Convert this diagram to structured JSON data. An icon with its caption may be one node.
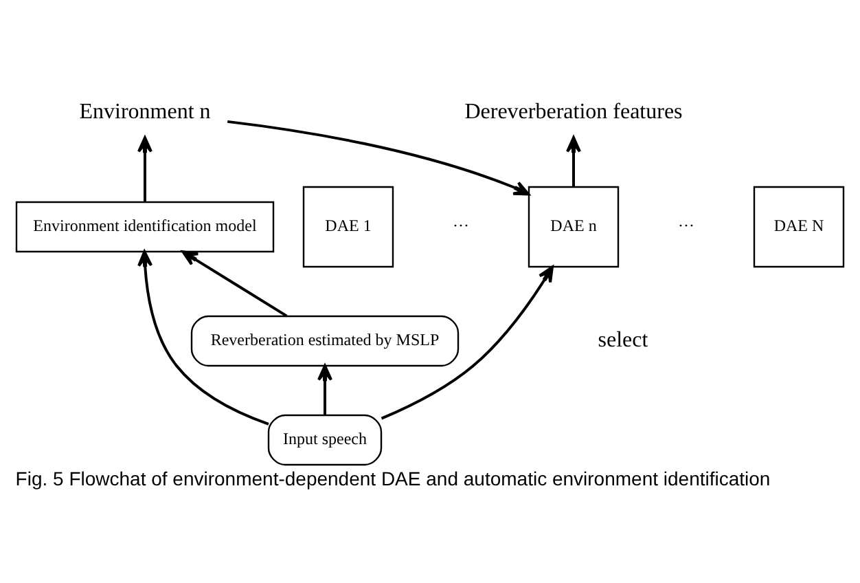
{
  "diagram": {
    "caption": "Fig. 5 Flowchat of environment-dependent DAE and automatic environment identification",
    "nodes": [
      {
        "text": [
          "Environment n"
        ]
      },
      {
        "text": [
          "Environment identification model"
        ]
      },
      {
        "text": [
          "Reverberation estimated by MSLP"
        ]
      },
      {
        "text": [
          "Input speech"
        ]
      },
      {
        "text": [
          "Dereverberation features"
        ]
      },
      {
        "text": [
          "DAE 1"
        ]
      },
      {
        "text": [
          "DAE n"
        ]
      },
      {
        "text": [
          "DAE N"
        ]
      }
    ],
    "edges": [
      {
        "from": 1,
        "to": 0,
        "arrow": "to"
      },
      {
        "from": 3,
        "to": 1,
        "arrow": "to"
      },
      {
        "from": 3,
        "to": 2,
        "arrow": "to"
      },
      {
        "from": 2,
        "to": 1,
        "arrow": "to"
      },
      {
        "from": 6,
        "to": 4,
        "arrow": "to"
      },
      {
        "from": 3,
        "to": 6,
        "arrow": "to"
      },
      {
        "from": 0,
        "to": 6,
        "arrow": "to"
      }
    ],
    "labels": [
      "···",
      "···",
      "select"
    ]
  }
}
